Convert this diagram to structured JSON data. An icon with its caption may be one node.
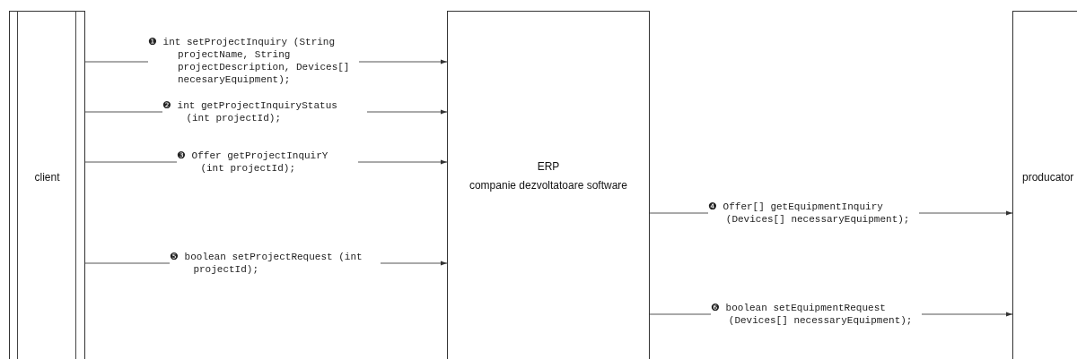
{
  "diagram": {
    "nodes": [
      {
        "text": [
          "client"
        ]
      },
      {
        "text": [
          "ERP",
          "companie dezvoltatoare software"
        ]
      },
      {
        "text": [
          "producator"
        ]
      }
    ],
    "edges": [
      {
        "from": 0,
        "to": 1,
        "arrow": "to",
        "label": "❶ int setProjectInquiry (String projectName, String projectDescription, Devices[] necesaryEquipment);"
      },
      {
        "from": 0,
        "to": 1,
        "arrow": "to",
        "label": "❷ int getProjectInquiryStatus (int projectId);"
      },
      {
        "from": 0,
        "to": 1,
        "arrow": "to",
        "label": "❸ Offer getProjectInquirY (int projectId);"
      },
      {
        "from": 1,
        "to": 2,
        "arrow": "to",
        "label": "❹ Offer[] getEquipmentInquiry (Devices[] necessaryEquipment);"
      },
      {
        "from": 0,
        "to": 1,
        "arrow": "to",
        "label": "❺ boolean setProjectRequest (int projectId);"
      },
      {
        "from": 1,
        "to": 2,
        "arrow": "to",
        "label": "❻ boolean setEquipmentRequest (Devices[] necessaryEquipment);"
      }
    ]
  }
}
